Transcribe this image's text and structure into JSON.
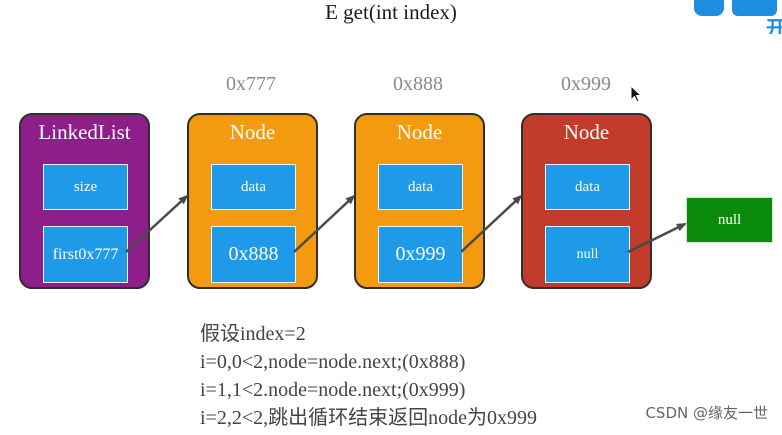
{
  "title": "E get(int index)",
  "addresses": [
    "0x777",
    "0x888",
    "0x999"
  ],
  "linkedlist": {
    "label": "LinkedList",
    "size": "size",
    "first": "first0x777"
  },
  "nodes": [
    {
      "label": "Node",
      "data": "data",
      "next": "0x888"
    },
    {
      "label": "Node",
      "data": "data",
      "next": "0x999"
    },
    {
      "label": "Node",
      "data": "data",
      "next": "null"
    }
  ],
  "null_box": "null",
  "notes": [
    "假设index=2",
    "i=0,0<2,node=node.next;(0x888)",
    "i=1,1<2.node=node.next;(0x999)",
    "i=2,2<2,跳出循环结束返回node为0x999"
  ],
  "watermark": "CSDN @缘友一世",
  "logo_char": "开",
  "colors": {
    "linkedlist": "#8e1f8a",
    "node": "#f39a0f",
    "node_last": "#c23b2b",
    "cell": "#1e9ae8",
    "null": "#0a8a0a"
  }
}
